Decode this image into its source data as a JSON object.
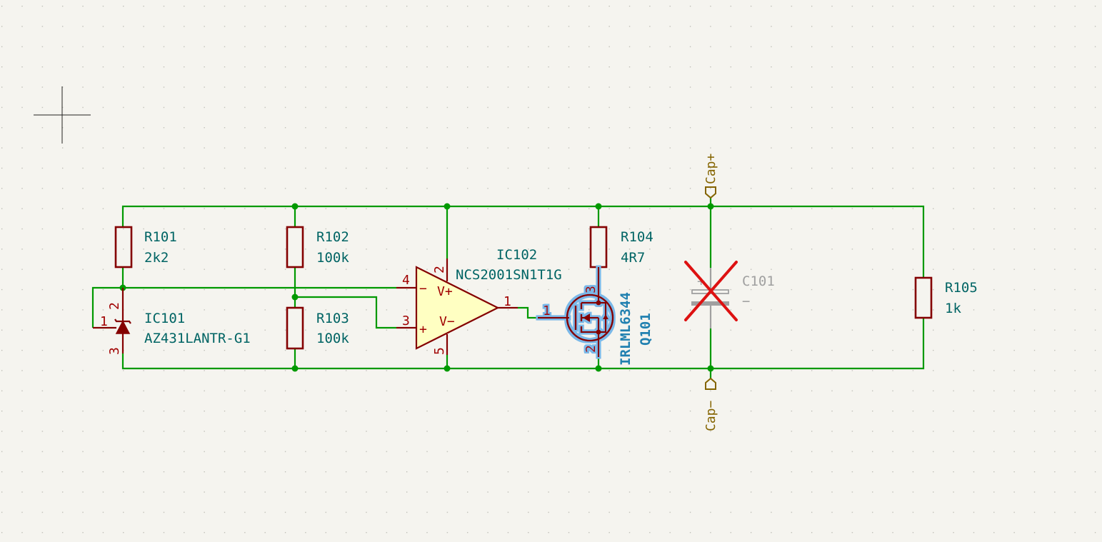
{
  "colors": {
    "background": "#f5f4ef",
    "wire": "#009900",
    "component": "#840000",
    "opamp_fill": "#ffffc2",
    "reference_text": "#006464",
    "label": "#846400",
    "dnp_cross": "#dd0000",
    "selection": "#7ab8e8"
  },
  "components": {
    "r101": {
      "ref": "R101",
      "value": "2k2"
    },
    "r102": {
      "ref": "R102",
      "value": "100k"
    },
    "r103": {
      "ref": "R103",
      "value": "100k"
    },
    "r104": {
      "ref": "R104",
      "value": "4R7"
    },
    "r105": {
      "ref": "R105",
      "value": "1k"
    },
    "ic101": {
      "ref": "IC101",
      "value": "AZ431LANTR-G1",
      "pins": [
        "1",
        "2",
        "3"
      ]
    },
    "ic102": {
      "ref": "IC102",
      "value": "NCS2001SN1T1G",
      "pins": [
        "4",
        "3",
        "1",
        "2",
        "5"
      ],
      "symbols": {
        "minus": "−",
        "plus": "+",
        "vplus": "V+",
        "vminus": "V−"
      }
    },
    "q101": {
      "ref": "Q101",
      "value": "IRLML6344",
      "pins": [
        "1",
        "3",
        "2"
      ]
    },
    "c101": {
      "ref": "C101",
      "polarity_plus": "+",
      "polarity_minus": "−",
      "dnp": true
    }
  },
  "labels": {
    "cap_plus": "Cap+",
    "cap_minus": "Cap−"
  }
}
